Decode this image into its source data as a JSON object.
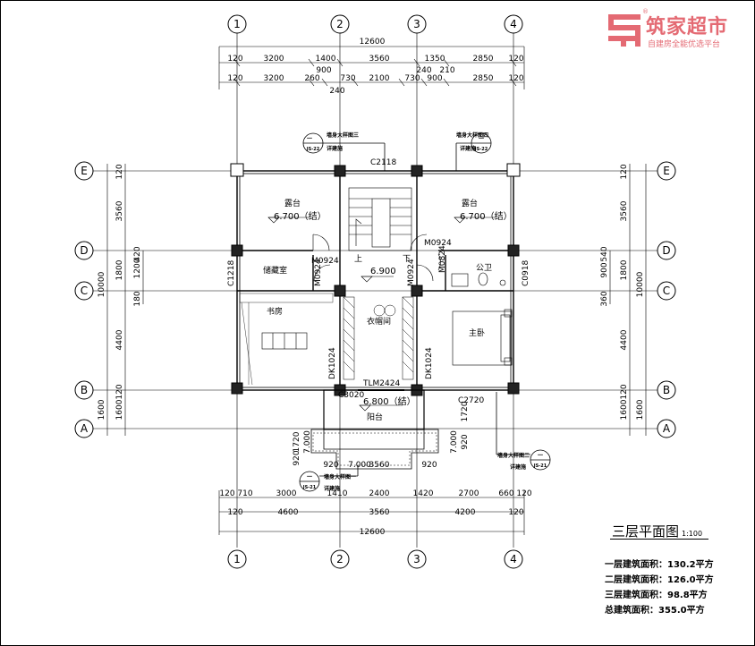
{
  "logo": {
    "name": "筑家超市",
    "slogan": "自建房全能优选平台",
    "reg": "®"
  },
  "title": {
    "main": "三层平面图",
    "scale": "1:100"
  },
  "areas": [
    "一层建筑面积：130.2平方",
    "二层建筑面积：126.0平方",
    "三层建筑面积：98.8平方",
    "总建筑面积：355.0平方"
  ],
  "axes": {
    "columns": [
      "1",
      "2",
      "3",
      "4"
    ],
    "rows": [
      "E",
      "D",
      "C",
      "B",
      "A"
    ]
  },
  "dims": {
    "top_total": "12600",
    "top_row1": [
      "120",
      "3200",
      "1400",
      "3560",
      "1350",
      "2850",
      "120"
    ],
    "top_row1b": [
      "900",
      "240",
      "210"
    ],
    "top_row2": [
      "120",
      "3200",
      "260",
      "730",
      "2100",
      "730",
      "900",
      "2850",
      "120"
    ],
    "top_row2b": [
      "240"
    ],
    "bottom_row1": [
      "120",
      "710",
      "3000",
      "1410",
      "2400",
      "1420",
      "2700",
      "660",
      "120"
    ],
    "bottom_row2": [
      "120",
      "4600",
      "3560",
      "4200",
      "120"
    ],
    "bottom_total": "12600",
    "left_a": [
      "120",
      "3560",
      "1800",
      "1200",
      "420",
      "180",
      "4400",
      "120",
      "1600"
    ],
    "left_total": "10000",
    "right_a": [
      "120",
      "3560",
      "1800",
      "900",
      "540",
      "360",
      "4400",
      "120",
      "1600"
    ],
    "right_total": "10000",
    "porch": [
      "920",
      "7.000",
      "3560",
      "920",
      "1720",
      "7.000",
      "920",
      "1720",
      "7.000",
      "920"
    ]
  },
  "rooms": {
    "terrace_l": "露台",
    "terrace_l_level": "6.700（结）",
    "terrace_r": "露台",
    "terrace_r_level": "6.700（结）",
    "storage": "储藏室",
    "study": "书房",
    "wardrobe": "衣帽间",
    "master": "主卧",
    "bath": "公卫",
    "balcony": "阳台",
    "balcony_level": "6.800（结）",
    "hall_level": "6.900",
    "up": "上",
    "down": "下"
  },
  "openings": {
    "c2118": "C2118",
    "m0924a": "M0924",
    "m0924b": "M0924",
    "m0924c": "M0924",
    "m0924d": "M0924",
    "c1218": "C1218",
    "c0918": "C0918",
    "m0824": "M0824",
    "dk1024a": "DK1024",
    "dk1024b": "DK1024",
    "tlm2424": "TLM2424",
    "c3020": "C3020",
    "c2720": "C2720"
  },
  "details": {
    "d3": "墙身大样图三",
    "d4": "墙身大样图四",
    "d1": "墙身大样图一",
    "d2": "墙身大样图二",
    "ref": "详建施",
    "sheet_a": "JS-22",
    "sheet_b": "JS-21",
    "index_top": "一"
  }
}
